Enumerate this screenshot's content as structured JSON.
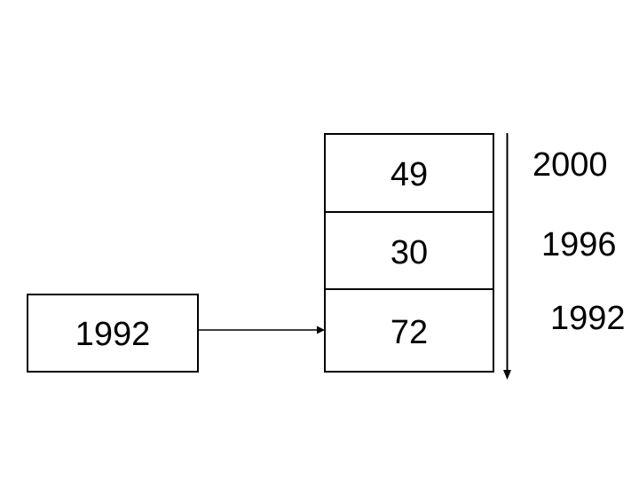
{
  "slide": {
    "background": "#ffffff",
    "ink_color": "#000000"
  },
  "diagram": {
    "source_box": {
      "label": "1992"
    },
    "stack_rows": [
      {
        "value": "49",
        "year": "2000"
      },
      {
        "value": "30",
        "year": "1996"
      },
      {
        "value": "72",
        "year": "1992"
      }
    ]
  }
}
